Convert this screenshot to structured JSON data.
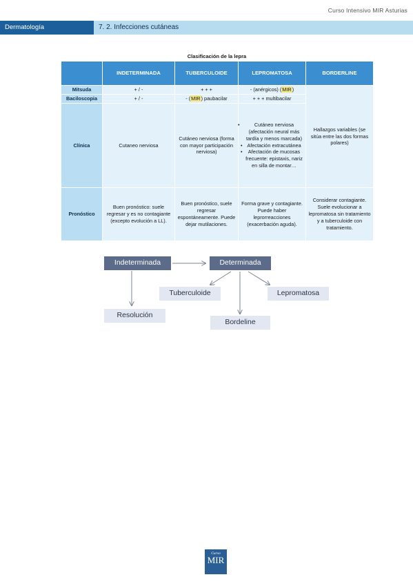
{
  "page": {
    "course": "Curso Intensivo MIR Asturias",
    "section": "Dermatología",
    "chapter": "7. 2. Infecciones cutáneas"
  },
  "table": {
    "title": "Clasificación de la lepra",
    "headers": [
      "INDETERMINADA",
      "TUBERCULOIDE",
      "LEPROMATOSA",
      "BORDERLINE"
    ],
    "mitsuda": {
      "label": "Mitsuda",
      "indeterminada": "+ / -",
      "tuberculoide": "+ + +",
      "lepromatosa_pre": "- (anérgicos) (",
      "lepromatosa_mir": "MIR",
      "lepromatosa_post": ")"
    },
    "baciloscopia": {
      "label": "Baciloscopia",
      "indeterminada": "+ / -",
      "tuberculoide_pre": "- (",
      "tuberculoide_mir": "MIR",
      "tuberculoide_post": ") paubacilar",
      "lepromatosa": "+ + + multibacilar"
    },
    "clinica": {
      "label": "Clínica",
      "indeterminada": "Cutaneo nerviosa",
      "tuberculoide": "Cutáneo nerviosa (forma con mayor participación nerviosa)",
      "lepromatosa_items": [
        "Cutáneo nerviosa (afectación neural más tardía y menos marcada)",
        "Afectación extracutánea",
        "Afectación de mucosas frecuente: epistaxis, nariz en silla de montar…"
      ],
      "borderline": "Hallazgos variables (se sitúa entre las dos formas polares)"
    },
    "pronostico": {
      "label": "Pronóstico",
      "indeterminada": "Buen pronóstico: suele regresar y es no contagiante (excepto evolución a LL).",
      "tuberculoide": "Buen pronóstico, suele regresar espontáneamente. Puede dejar mutilaciones.",
      "lepromatosa": "Forma grave y contagiante. Puede haber leprorreacciones (exacerbación aguda).",
      "borderline": "Considerar contagiante. Suele evolucionar a lepromatosa sin tratamiento y a tuberculoide con tratamiento."
    }
  },
  "diagram": {
    "indeterminada": "Indeterminada",
    "determinada": "Determinada",
    "tuberculoide": "Tuberculoide",
    "lepromatosa": "Lepromatosa",
    "resolucion": "Resolución",
    "bordeline": "Bordeline"
  },
  "logo": {
    "small": "Curso",
    "big": "MIR"
  }
}
